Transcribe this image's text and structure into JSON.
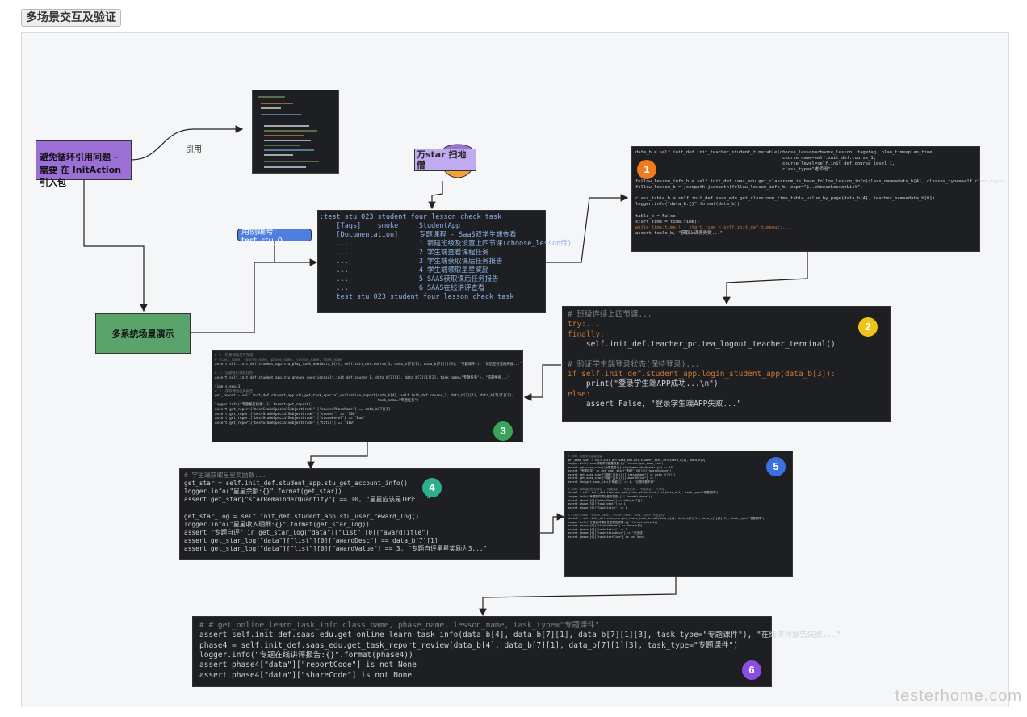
{
  "title": "多场景交互及验证",
  "nodes": {
    "avoid": "避免循环引用问题 - 需要 在 InitAction 引入包",
    "multi": "多系统场景演示",
    "case_id": "用例编号: test_stu_0",
    "ref_label": "引用",
    "mascot": "万star 扫地僧"
  },
  "main_code": [
    ":test_stu_023_student_four_lesson_check_task",
    "    [Tags]    smoke     StudentApp",
    "    [Documentation]     专题课程 - SaaS双学生端查看",
    "    ...                 1 新建班级及设置上四节课(choose_lesson传)",
    "    ...                 2 学生端查看课程任务",
    "    ...                 3 学生端获取课后任务报告",
    "    ...                 4 学生端领取星星奖励",
    "    ...                 5 SAAS获取课后任务报告",
    "    ...                 6 SAAS在线讲评查看",
    "    test_stu_023_student_four_lesson_check_task"
  ],
  "code1": [
    "data_b = self.init_def.init_teacher_student_timetable(choose_lesson=choose_lesson, tag=tag, plan_time=plan_time,",
    "                                                       course_name=self.init_def.course_1,",
    "                                                       course_level=self.init_def.course_level_1,",
    "                                                       class_type=\"老师班\")",
    "",
    "follow_lesson_info_b = self.init_def.saas_edu.get_classroom_is_have_follow_lesson_info(class_name=data_b[4], classes_type=self.class_type)",
    "follow_lesson_b = jsonpath.jsonpath(follow_lesson_info_b, expr=\"$..chooseLessonList\")",
    "",
    "class_table_b = self.init_def.saas_edu.get_classroom_time_table_value_by_page(data_b[4], teacher_name=data_b[0])",
    "logger.info(\"data_b:{}\".format(data_b))",
    "",
    "table_b = False",
    "start_time = time.time()",
    "while time.time() - start_time < self.init_def.timeout:...",
    "assert table_b, \"获取上课表失败...\""
  ],
  "code2": [
    "# 班级连续上四节课...",
    "try:...",
    "finally:",
    "    self.init_def.teacher_pc.tea_logout_teacher_terminal()",
    "",
    "# 验证学生端登录状态(保持登录)...",
    "if self.init_def.student_app.login_student_app(data_b[3]):",
    "    print(\"登录学生端APP成功...\\n\")",
    "else:",
    "    assert False, \"登录学生端APP失败...\""
  ],
  "code3": [
    "# 3. 检查课程任务完成",
    "# class_name, course_name, phase_name, lesson_name, task_name",
    "assert self.init_def.student_app.stu_play_task_new(data_b[4], self.init_def.course_1, data_b[7][1], data_b[7][1][3], \"专题课件\"), \"课后任务完成失败...\"",
    "",
    "# 2. 答题执行课后任务",
    "assert self.init_def.student_app.stu_answer_question(self.init_def.course_1, data_b[7][1], data_b[7][1][3], task_name=\"专题任务\"), \"答题失败...\"",
    "",
    "time.sleep(3)",
    "# 3. 获取课后任务报告",
    "get_report = self.init_def.student_app.stu_get_task_special_evaluation_report(data_b[4], self.init_def.course_1, data_b[7][1], data_b[7][1][3],",
    "                                                                              task_name=\"专题任务\")",
    "logger.info(\"专题报告结果:{}\".format(get_report))",
    "assert get_report[\"bestGradeSpecialSubjectGrade\"][\"coursePhaseName\"] == data_b[7][1]",
    "assert get_report[\"bestGradeSpecialSubjectGrade\"][\"scores\"] == \"100\"",
    "assert get_report[\"bestGradeSpecialSubjectGrade\"][\"scoreLevel\"] == \"Bad\"",
    "assert get_report[\"bestGradeSpecialSubjectGrade\"][\"total\"] == \"100\""
  ],
  "code4": [
    "# 学生端获取星星奖励数...",
    "get_star = self.init_def.student_app.stu_get_account_info()",
    "logger.info(\"星星余额:{}\".format(get_star))",
    "assert get_star[\"starRemainderQuantity\"] == 10, \"星星应该是10个...\"",
    "",
    "get_star_log = self.init_def.student_app.stu_user_reward_log()",
    "logger.info(\"星星收入明细:{}\".format(get_star_log))",
    "assert \"专题自评\" in get_star_log[\"data\"][\"list\"][0][\"awardTitle\"]",
    "assert get_star_log[\"data\"][\"list\"][0][\"awardDesc\"] == data_b[7][1]",
    "assert get_star_log[\"data\"][\"list\"][0][\"awardValue\"] == 3, \"专题自评星星奖励为3...\""
  ],
  "code5": [
    "# SAAS 查看学生星星数量",
    "get_saas_star = self.init_def.saas_edu.get_student_star_info(data_b[3], data_b[0])",
    "logger.info(\"saas获取学员星星数量:{}\".format(get_saas_star))",
    "assert get_saas_star[\"分享星星\"][\"starRemainderQuantity\"] == 10",
    "assert \"专题自评\" in get_saas_star[\"明细\"][0][0][\"awardSource\"]",
    "assert get_saas_star[\"明细\"][0][0][\"lessonName\"] == data_b[7][1]",
    "assert get_saas_star[\"明细\"][0][0][\"awardValue\"] == 3",
    "assert len(get_saas_star[\"明细\"]) == 4, \"记录条数不对\"",
    "",
    "# SAAS 获取课后任务报告 - 班级课后 - 专题任务 - 专题报告 - 小学组",
    "phase1 = self.init_def.saas_edu.get_class_after_task_list(data_b[4], task_type=\"专题课件\")",
    "logger.info(\"专题课件课后任务报告:{}\".format(phase1))",
    "assert phase1[0][\"phaseName\"] == data_b[7][1]",
    "assert phase1[0][\"taskTotal\"] == 1",
    "assert phase1[0][\"taskFinish\"] == 1",
    "",
    "# class_name, phase_name, lesson_name, task_type=\"专题课件\"",
    "phase4 = self.init_def.saas_edu.get_class_task_detail(data_b[4], data_b[7][1], data_b[7][1][3], task_type=\"专题课件\")",
    "logger.info(\"专题自评课后任务报告详情:{}\".format(phase4))",
    "assert phase4[0][\"studentName\"] == data_b[0]",
    "assert phase4[0][\"taskStatus\"] == 1",
    "assert phase4[0][\"taskStatusDesc\"] == \"已完成\"",
    "assert phase4[0][\"taskStartTime\"] is not None"
  ],
  "code6": [
    "# # get_online_learn_task_info class_name, phase_name, lesson_name, task_type=\"专题课件\"",
    "assert self.init_def.saas_edu.get_online_learn_task_info(data_b[4], data_b[7][1], data_b[7][1][3], task_type=\"专题课件\"), \"在线讲评报告失败...\"",
    "phase4 = self.init_def.saas_edu.get_task_report_review(data_b[4], data_b[7][1], data_b[7][1][3], task_type=\"专题课件\")",
    "logger.info(\"专题在线讲评报告:{}\".format(phase4))",
    "assert phase4[\"data\"][\"reportCode\"] is not None",
    "assert phase4[\"data\"][\"shareCode\"] is not None"
  ],
  "badges": [
    "1",
    "2",
    "3",
    "4",
    "5",
    "6"
  ],
  "watermark": "testerhome.com",
  "colors": {
    "purple_node": "#9b6fd6",
    "green_node": "#5aa36a",
    "blue_node": "#4e7fe0",
    "badge1": "#f07a1c",
    "badge2": "#f0c21c",
    "badge3": "#3aa55a",
    "badge4": "#2fae8c",
    "badge5": "#3c6fe0",
    "badge6": "#8a4fe0"
  }
}
